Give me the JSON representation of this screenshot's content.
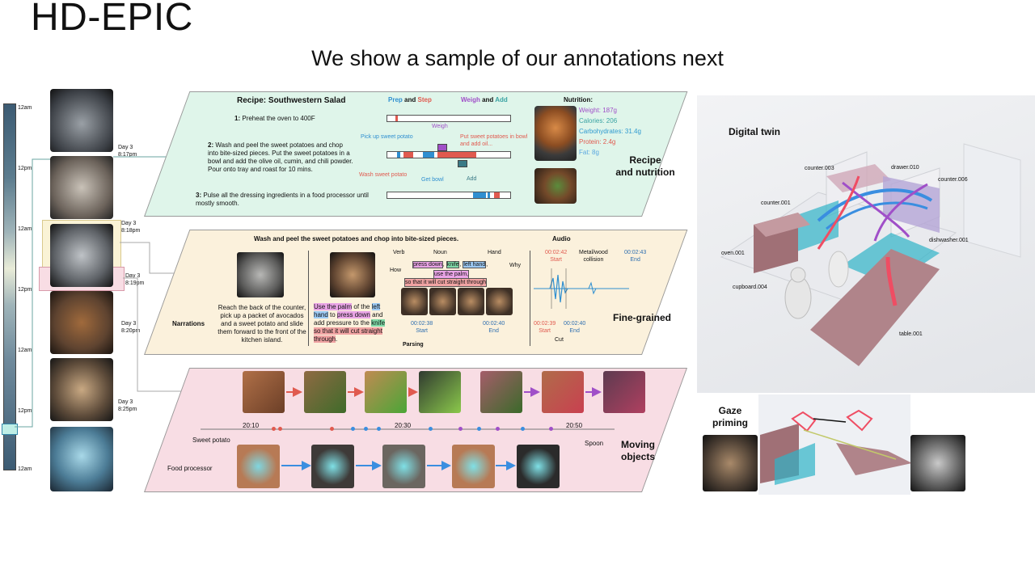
{
  "header": {
    "title": "HD-EPIC",
    "subtitle": "We show a sample of our annotations next"
  },
  "timeline": {
    "ticks": [
      "12am",
      "12pm",
      "12am",
      "12pm",
      "12am",
      "12pm",
      "12am"
    ],
    "stamps": [
      "Day 3\n8:17pm",
      "Day 3\n8:18pm",
      "Day 3\n8:19pm",
      "Day 3\n8:20pm",
      "Day 3\n8:25pm"
    ]
  },
  "recipe": {
    "heading": "Recipe: Southwestern Salad",
    "legend_prep": "Prep",
    "legend_and": "and",
    "legend_step": "Step",
    "legend_weigh": "Weigh",
    "legend_and2": "and",
    "legend_add": "Add",
    "step1_num": "1:",
    "step1": "Preheat the oven to 400F",
    "step2_num": "2:",
    "step2": "Wash and peel the sweet potatoes and chop into bite-sized pieces. Put the sweet potatoes in a bowl and add the olive oil, cumin, and chili powder.  Pour onto tray and roast for 10 mins.",
    "step3_num": "3:",
    "step3": "Pulse all the dressing ingredients in a food processor until mostly smooth.",
    "ann_pick": "Pick up sweet potato",
    "ann_weigh": "Weigh",
    "ann_put": "Put sweet potatoes in bowl and add oil...",
    "ann_wash": "Wash sweet potato",
    "ann_getbowl": "Get bowl",
    "ann_add": "Add",
    "nutrition_title": "Nutrition:",
    "nutrition": [
      {
        "text": "Weight: 187g",
        "color": "#a04fc8"
      },
      {
        "text": "Calories: 206",
        "color": "#3aa3a3"
      },
      {
        "text": "Carbohydrates: 31.4g",
        "color": "#2f9ad0"
      },
      {
        "text": "Protein: 2.4g",
        "color": "#e05a4f"
      },
      {
        "text": "Fat: 8g",
        "color": "#5aa7e0"
      }
    ],
    "label": "Recipe\nand nutrition"
  },
  "fine": {
    "heading": "Wash and peel the sweet potatoes and chop into bite-sized pieces.",
    "narrations_label": "Narrations",
    "narration": "Reach the back of the counter, pick up a packet of avocados and a sweet potato and slide them forward to the front of the kitchen island.",
    "parse_verb": "Verb",
    "parse_noun": "Noun",
    "parse_hand": "Hand",
    "parse_how": "How",
    "parse_why": "Why",
    "phrase_press": "press down",
    "phrase_knife": "knife",
    "phrase_lefthand": "left hand",
    "phrase_usepalm": "use the palm,",
    "phrase_so": "so that it will cut straight through",
    "sentence_1": "Use the palm",
    "sentence_2": " of the ",
    "sentence_3": "left hand",
    "sentence_4": " to ",
    "sentence_5": "press down",
    "sentence_6": " and add pressure to the ",
    "sentence_7": "knife",
    "sentence_8": "so that it will cut straight through",
    "sentence_9": ".",
    "time_start": "00:02:38",
    "time_start_label": "Start",
    "time_end": "00:02:40",
    "time_end_label": "End",
    "parsing_label": "Parsing",
    "audio_label": "Audio",
    "audio_start": "00:02:42",
    "audio_start_label": "Start",
    "audio_event": "Metal/wood\ncollision",
    "audio_end": "00:02:43",
    "audio_end_label": "End",
    "cut_start": "00:02:39",
    "cut_start_label": "Start",
    "cut_end": "00:02:40",
    "cut_end_label": "End",
    "cut_label": "Cut",
    "label": "Fine-grained"
  },
  "moving": {
    "t1": "20:10",
    "t2": "20:30",
    "t3": "20:50",
    "sweet_potato": "Sweet potato",
    "spoon": "Spoon",
    "food_processor": "Food processor",
    "label": "Moving\nobjects"
  },
  "twin": {
    "title": "Digital twin",
    "labels": {
      "counter003": "counter.003",
      "drawer010": "drawer.010",
      "counter006": "counter.006",
      "counter001": "counter.001",
      "oven001": "oven.001",
      "dishwasher001": "dishwasher.001",
      "cupboard004": "cupboard.004",
      "table001": "table.001"
    },
    "gaze_label": "Gaze\npriming"
  }
}
